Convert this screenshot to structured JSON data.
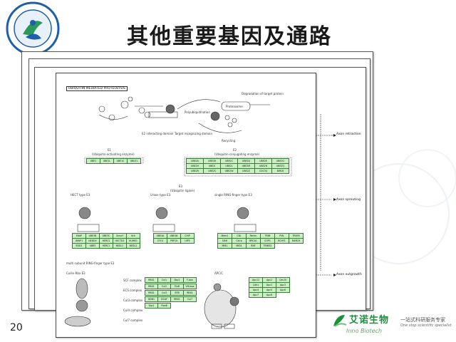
{
  "slide": {
    "title": "其他重要基因及通路",
    "page_number": "20"
  },
  "pathway": {
    "header": "UBIQUITIN MEDIATED PROTEOLYSIS",
    "degradation_label": "Degradation of target protein",
    "proteasome": "Proteasome",
    "polyubiquitination": "Polyubiquitination",
    "recycling": "Recycling",
    "e2_label": "E2 interacting domain",
    "target_label": "Target recognizing domain",
    "e1_title": "E1",
    "e1_sub": "(Ubiquitin-activating enzyme)",
    "e2_title": "E2",
    "e2_sub": "(Ubiquitin-conjugating enzyme)",
    "e3_title": "E3",
    "e3_sub": "(Ubiquitin ligase)",
    "hect": "HECT type E3",
    "ubox": "U-box type E3",
    "ring": "single RING-finger type E3",
    "multi": "multi subunit RING-finger type E3",
    "cullin": "Cullin-Rbx E3",
    "apc": "APC/C",
    "complexes": [
      "SCF complex",
      "ECS complex",
      "Cul3 complex",
      "Cul4 complex",
      "Cul7 complex"
    ],
    "right_labels": [
      "Axon retraction",
      "Axon sprouting",
      "Axon outgrowth"
    ],
    "e1_genes": [
      "UBE1",
      "UBE1L",
      "UBE1C",
      "UBLE1"
    ],
    "e2_genes": [
      "UBE2A",
      "UBE2B",
      "UBE2C",
      "UBE2D",
      "UBE2E",
      "UBE2G",
      "UBE2H",
      "UBE2I",
      "UBE2L",
      "UBE2M",
      "UBE2N",
      "UBE2Q",
      "UBE2R",
      "UBE2S",
      "UBE2W",
      "UBE2Z",
      "CDC34",
      "BIRC6"
    ],
    "hect_genes": [
      "E6AP",
      "UBE3B",
      "UBE3C",
      "Smurf",
      "Itch",
      "WWP1",
      "NEDD4",
      "HERC2",
      "HECTD1",
      "HUWE1",
      "EDD1",
      "UBR5",
      "HERC1",
      "NEDL1",
      "NEDL2"
    ],
    "ubox_genes": [
      "UBE4A",
      "UBE4B",
      "CHIP",
      "CYC4",
      "PRP19",
      "UIP5"
    ],
    "ring_genes": [
      "Mdm2",
      "CBL",
      "Parkin",
      "TRIM",
      "PML",
      "TRAF6",
      "SIAH",
      "Cbl-b",
      "BRCA1",
      "COP1",
      "RCHY1",
      "MARCH",
      "MIB1",
      "MID1",
      "RNF",
      "TRIM32"
    ],
    "cullin_genes": [
      "RBX1",
      "Cul1",
      "Skp1",
      "F-box",
      "RBX1",
      "Cul2",
      "EloB",
      "VHLbox",
      "RBX1",
      "Cul3",
      "BTB",
      "RBX1",
      "DDB1",
      "DCAF",
      "RBX1",
      "Cul7",
      "Skp1",
      "Fbw8"
    ],
    "apc_genes": [
      "Apc11",
      "Apc2",
      "Cdc20",
      "Cdh1",
      "Apc1",
      "Apc3",
      "Apc4",
      "Apc5",
      "Apc6",
      "Apc7",
      "Apc8"
    ]
  },
  "brand": {
    "name_cn": "艾诺生物",
    "name_en": "Inno Biotech",
    "slogan_cn": "一站式科研服务专家",
    "slogan_en": "One stop scientific specialist"
  },
  "colors": {
    "gene_fill": "#c8f0c0",
    "gene_border": "#3a7a3a",
    "brand_green": "#1b8f3a",
    "logo_blue": "#1f5fa8"
  }
}
